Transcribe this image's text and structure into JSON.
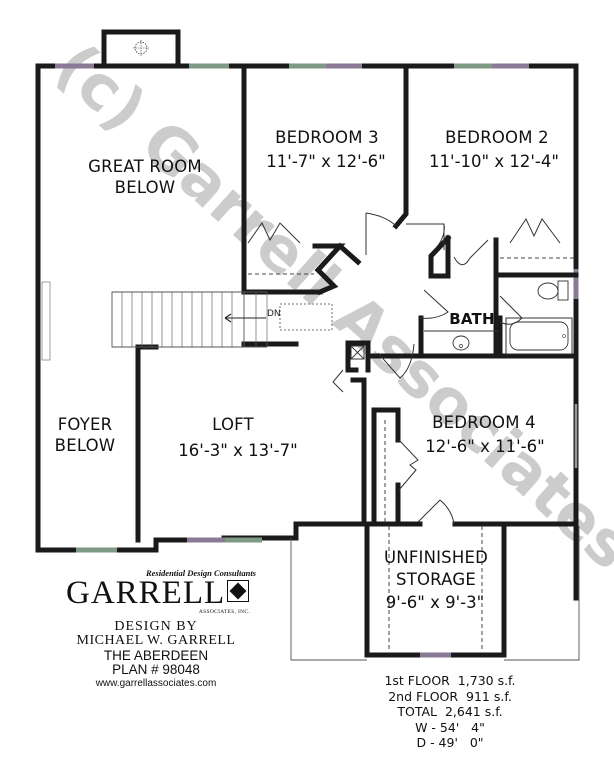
{
  "plan": {
    "title": "THE ABERDEEN",
    "plan_number_label": "PLAN # 98048",
    "floor_shown": "2nd Floor"
  },
  "watermark": {
    "text": "(c) Garrell Associates",
    "color": "#b9b9b9"
  },
  "rooms": [
    {
      "name": "GREAT ROOM",
      "sub": "BELOW",
      "dims": ""
    },
    {
      "name": "BEDROOM 3",
      "sub": "",
      "dims": "11'-7\" x 12'-6\""
    },
    {
      "name": "BEDROOM 2",
      "sub": "",
      "dims": "11'-10\" x 12'-4\""
    },
    {
      "name": "BATH",
      "sub": "",
      "dims": ""
    },
    {
      "name": "FOYER",
      "sub": "BELOW",
      "dims": ""
    },
    {
      "name": "LOFT",
      "sub": "",
      "dims": "16'-3\" x 13'-7\""
    },
    {
      "name": "BEDROOM 4",
      "sub": "",
      "dims": "12'-6\" x 11'-6\""
    },
    {
      "name": "UNFINISHED",
      "sub": "STORAGE",
      "dims": "9'-6\" x 9'-3\""
    }
  ],
  "stair": {
    "label": "DN",
    "icon": "arrow-left-icon"
  },
  "fixtures": [
    "toilet-icon",
    "bathtub-icon",
    "sink-icon",
    "chimney-flue-icon",
    "hvac-chase-icon",
    "closet-door-icon"
  ],
  "logo": {
    "tagline": "Residential Design Consultants",
    "brand": "GARRELL",
    "brand_icon": "diamond-icon",
    "subtitle": "ASSOCIATES, INC.",
    "design_by": "DESIGN BY",
    "designer": "MICHAEL W. GARRELL",
    "website": "www.garrellassociates.com"
  },
  "specs": {
    "first_floor": "1st FLOOR  1,730 s.f.",
    "second_floor": "2nd FLOOR  911 s.f.",
    "total": "TOTAL  2,641 s.f.",
    "width": "W - 54'   4\"",
    "depth": "D - 49'   0\""
  },
  "colors": {
    "wall": "#1a1a1a",
    "window_purple": "#8a7a95",
    "window_green": "#7f9a84",
    "background": "#ffffff"
  }
}
